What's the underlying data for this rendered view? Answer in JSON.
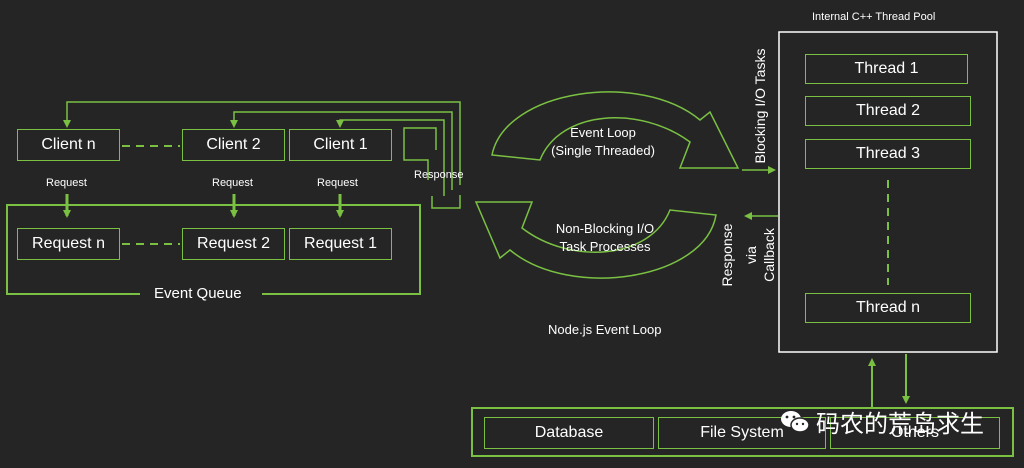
{
  "clients": {
    "client_n": "Client n",
    "client_2": "Client 2",
    "client_1": "Client 1",
    "request_label": "Request"
  },
  "event_queue": {
    "label": "Event Queue",
    "request_n": "Request n",
    "request_2": "Request 2",
    "request_1": "Request 1"
  },
  "response_label": "Response",
  "event_loop": {
    "top_text_line1": "Event Loop",
    "top_text_line2": "(Single Threaded)",
    "bottom_text_line1": "Non-Blocking I/O",
    "bottom_text_line2": "Task Processes",
    "caption": "Node.js Event Loop"
  },
  "blocking_label": "Blocking I/O Tasks",
  "response_via_callback": {
    "line1": "Response",
    "line2": "via",
    "line3": "Callback"
  },
  "thread_pool": {
    "title": "Internal C++ Thread Pool",
    "threads": [
      "Thread 1",
      "Thread 2",
      "Thread 3",
      "Thread n"
    ]
  },
  "resources": {
    "database": "Database",
    "file_system": "File System",
    "others": "Others"
  },
  "watermark": "码农的荒岛求生",
  "colors": {
    "accent": "#7ac143",
    "background": "#252525",
    "text": "#ffffff"
  }
}
